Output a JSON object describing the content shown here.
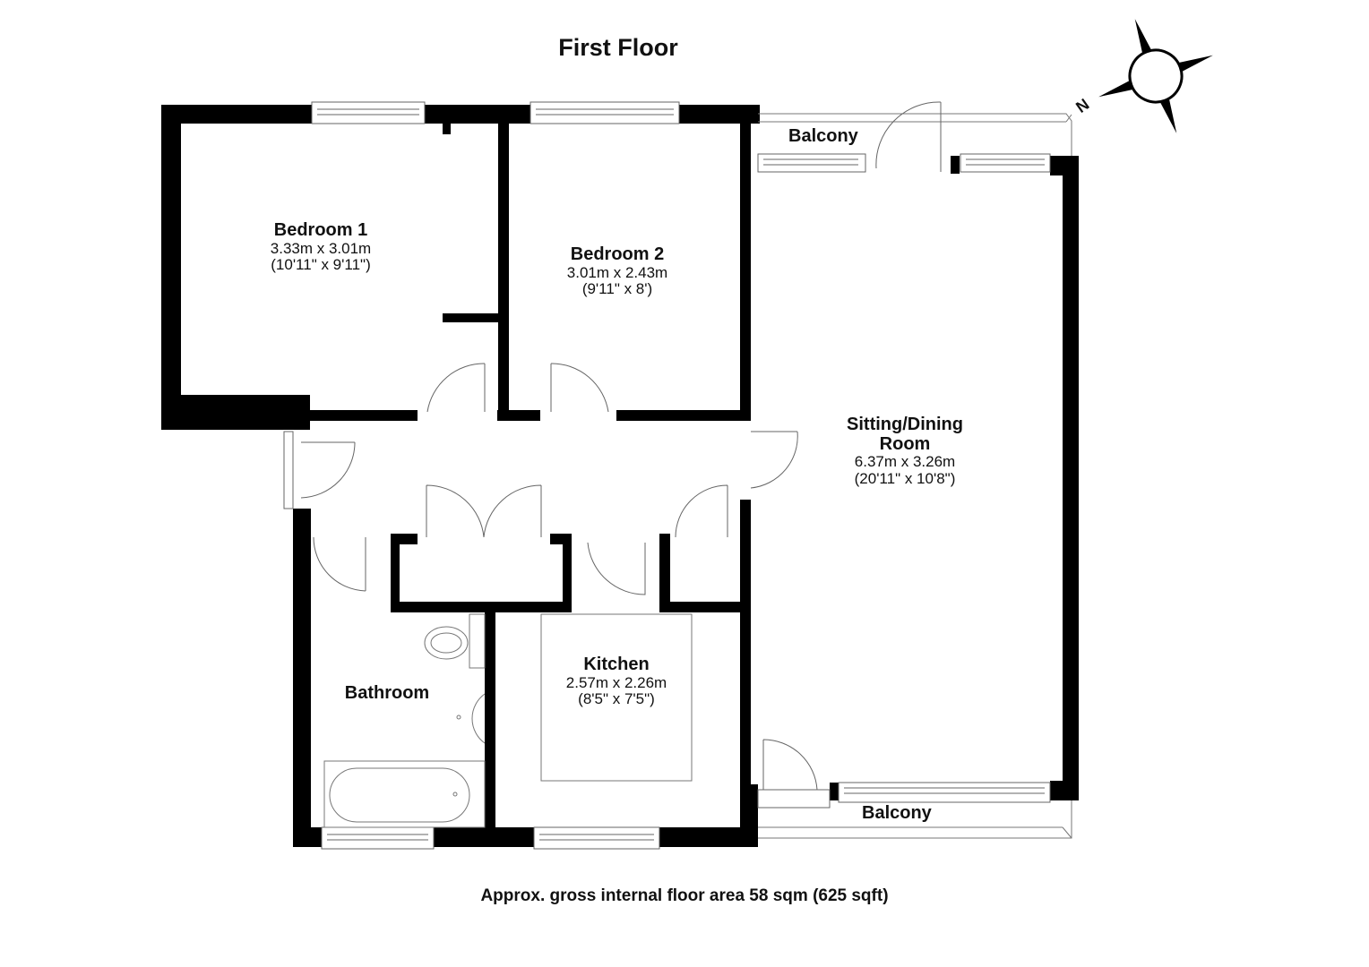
{
  "plan": {
    "title": "First Floor",
    "footer": "Approx. gross internal floor area 58 sqm (625 sqft)",
    "compass": {
      "north_label": "N",
      "icon": "compass-rose-icon"
    },
    "rooms": [
      {
        "id": "bedroom-1",
        "name": "Bedroom 1",
        "metric": "3.33m x 3.01m",
        "imperial": "(10'11\" x 9'11\")"
      },
      {
        "id": "bedroom-2",
        "name": "Bedroom 2",
        "metric": "3.01m x 2.43m",
        "imperial": "(9'11\" x 8')"
      },
      {
        "id": "sitting-dining",
        "name": "Sitting/Dining",
        "name_line2": "Room",
        "metric": "6.37m x 3.26m",
        "imperial": "(20'11\" x 10'8\")"
      },
      {
        "id": "kitchen",
        "name": "Kitchen",
        "metric": "2.57m x 2.26m",
        "imperial": "(8'5\" x 7'5\")"
      },
      {
        "id": "bathroom",
        "name": "Bathroom"
      }
    ],
    "balconies": [
      {
        "id": "balcony-top",
        "label": "Balcony"
      },
      {
        "id": "balcony-bottom",
        "label": "Balcony"
      }
    ],
    "colors": {
      "wall": "#000000",
      "line": "#555555",
      "background": "#ffffff"
    }
  }
}
